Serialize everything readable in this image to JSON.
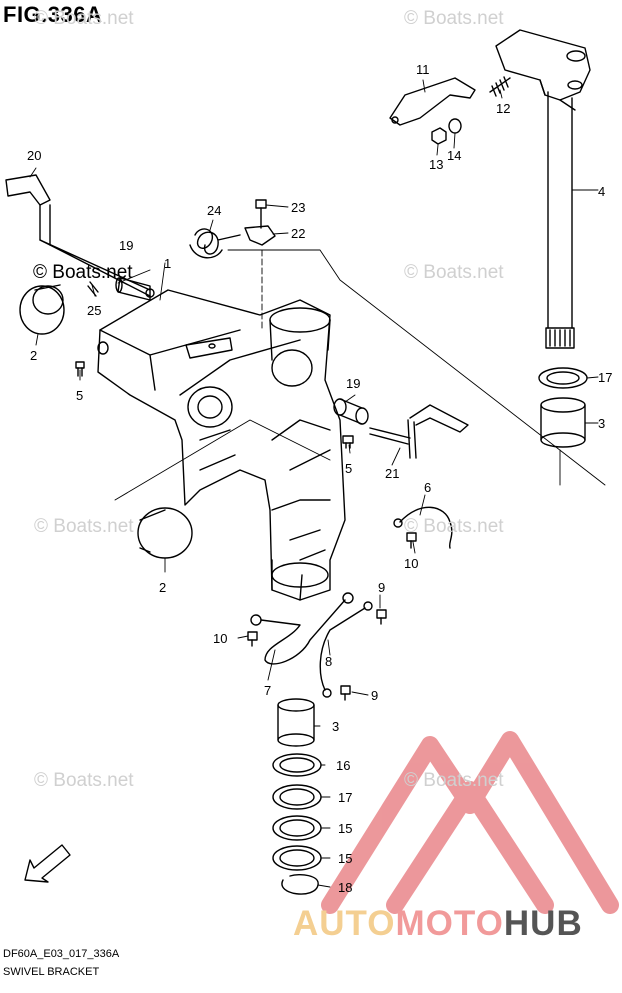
{
  "figure": {
    "title": "FIG.336A",
    "code": "DF60A_E03_017_336A",
    "name": "SWIVEL BRACKET"
  },
  "watermark": {
    "text": "© Boats.net"
  },
  "brand": {
    "part1": "AUTO",
    "part2": "MOTO",
    "part3": "HUB",
    "colors": {
      "auto": "#f4cf92",
      "moto": "#f19a9a",
      "hub": "#555555",
      "logo": "#e9868a"
    }
  },
  "callouts": [
    "1",
    "2",
    "2",
    "3",
    "3",
    "4",
    "5",
    "5",
    "6",
    "7",
    "8",
    "9",
    "9",
    "10",
    "10",
    "11",
    "12",
    "13",
    "14",
    "15",
    "15",
    "16",
    "17",
    "17",
    "18",
    "19",
    "19",
    "20",
    "21",
    "22",
    "23",
    "24",
    "25"
  ],
  "fwd_label": "FWD"
}
